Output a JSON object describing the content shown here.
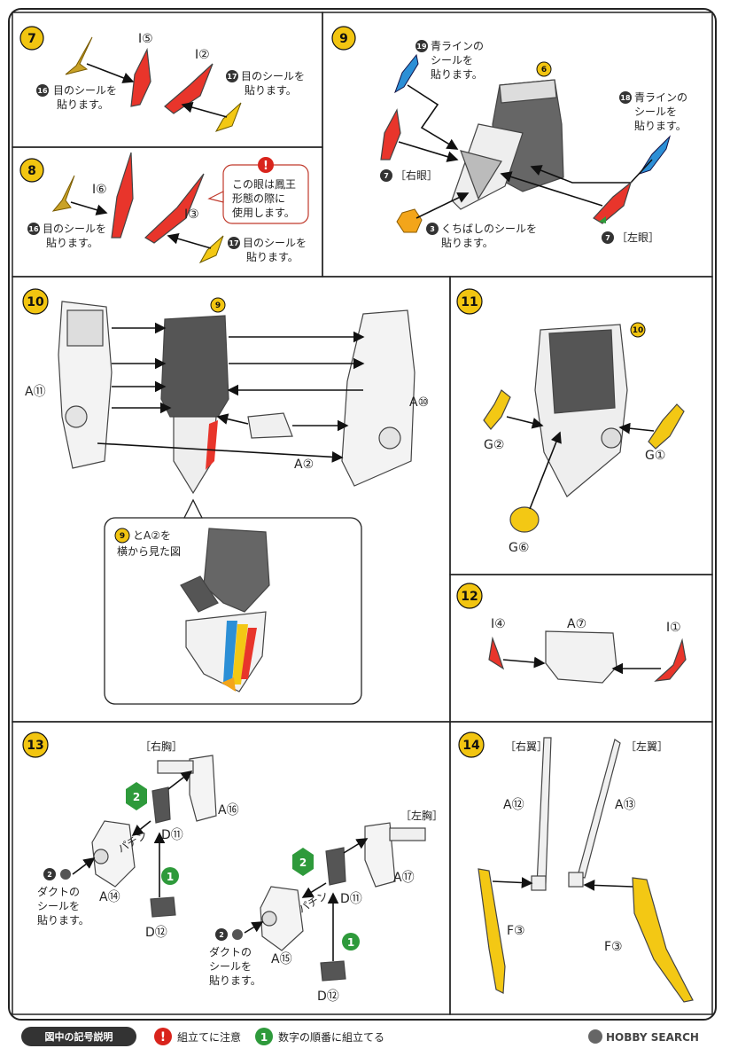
{
  "steps": [
    {
      "num": "7",
      "labels": {
        "part_a": "I⑤",
        "part_b": "I②"
      },
      "notes": [
        {
          "badge": "16",
          "text1": "目のシールを",
          "text2": "貼ります。"
        },
        {
          "badge": "17",
          "text1": "目のシールを",
          "text2": "貼ります。"
        }
      ]
    },
    {
      "num": "8",
      "labels": {
        "part_a": "I⑥",
        "part_b": "I③"
      },
      "notes": [
        {
          "badge": "16",
          "text1": "目のシールを",
          "text2": "貼ります。"
        },
        {
          "badge": "17",
          "text1": "目のシールを",
          "text2": "貼ります。"
        }
      ],
      "callout": {
        "line1": "この眼は鳳王",
        "line2": "形態の際に",
        "line3": "使用します。"
      }
    },
    {
      "num": "9",
      "ref": "6",
      "notes": [
        {
          "badge": "19",
          "text1": "青ラインの",
          "text2": "シールを",
          "text3": "貼ります。"
        },
        {
          "badge": "18",
          "text1": "青ラインの",
          "text2": "シールを",
          "text3": "貼ります。"
        },
        {
          "badge": "3",
          "text1": "くちばしのシールを",
          "text2": "貼ります。"
        }
      ],
      "eye_right": {
        "badge": "7",
        "text": "［右眼］"
      },
      "eye_left": {
        "badge": "7",
        "text": "［左眼］"
      }
    },
    {
      "num": "10",
      "ref": "9",
      "labels": {
        "left": "A⑪",
        "right": "A⑩",
        "center": "A②"
      },
      "inset": {
        "badge": "9",
        "line1": "とA②を",
        "line2": "横から見た図"
      }
    },
    {
      "num": "11",
      "ref": "10",
      "labels": {
        "left": "G②",
        "right": "G①",
        "bottom": "G⑥"
      }
    },
    {
      "num": "12",
      "labels": {
        "left": "I④",
        "center": "A⑦",
        "right": "I①"
      }
    },
    {
      "num": "13",
      "right_chest": "［右胸］",
      "left_chest": "［左胸］",
      "labels": {
        "a16": "A⑯",
        "d11": "D⑪",
        "a14": "A⑭",
        "d12": "D⑫",
        "a17": "A⑰",
        "a15": "A⑮"
      },
      "order": {
        "first": "1",
        "second": "2"
      },
      "snap": "パチン",
      "duct": {
        "badge": "2",
        "line1": "ダクトの",
        "line2": "シールを",
        "line3": "貼ります。"
      }
    },
    {
      "num": "14",
      "right_wing": "［右翼］",
      "left_wing": "［左翼］",
      "labels": {
        "a12": "A⑫",
        "a13": "A⑬",
        "f3": "F③"
      }
    }
  ],
  "legend": {
    "title": "図中の記号説明",
    "caution_icon": "exclamation-icon",
    "caution": "組立てに注意",
    "order_icon": "number-circle-icon",
    "order_num": "1",
    "order": "数字の順番に組立てる"
  },
  "watermark": "HOBBY SEARCH",
  "colors": {
    "step_badge": "#f2c511",
    "red_part": "#e8352b",
    "yellow_part": "#f3c814",
    "gold_sticker": "#c9a227",
    "blue_sticker": "#2c8fd6",
    "green_order": "#2e9a3b",
    "caution_red": "#d9241c",
    "dark_gray": "#555555"
  }
}
